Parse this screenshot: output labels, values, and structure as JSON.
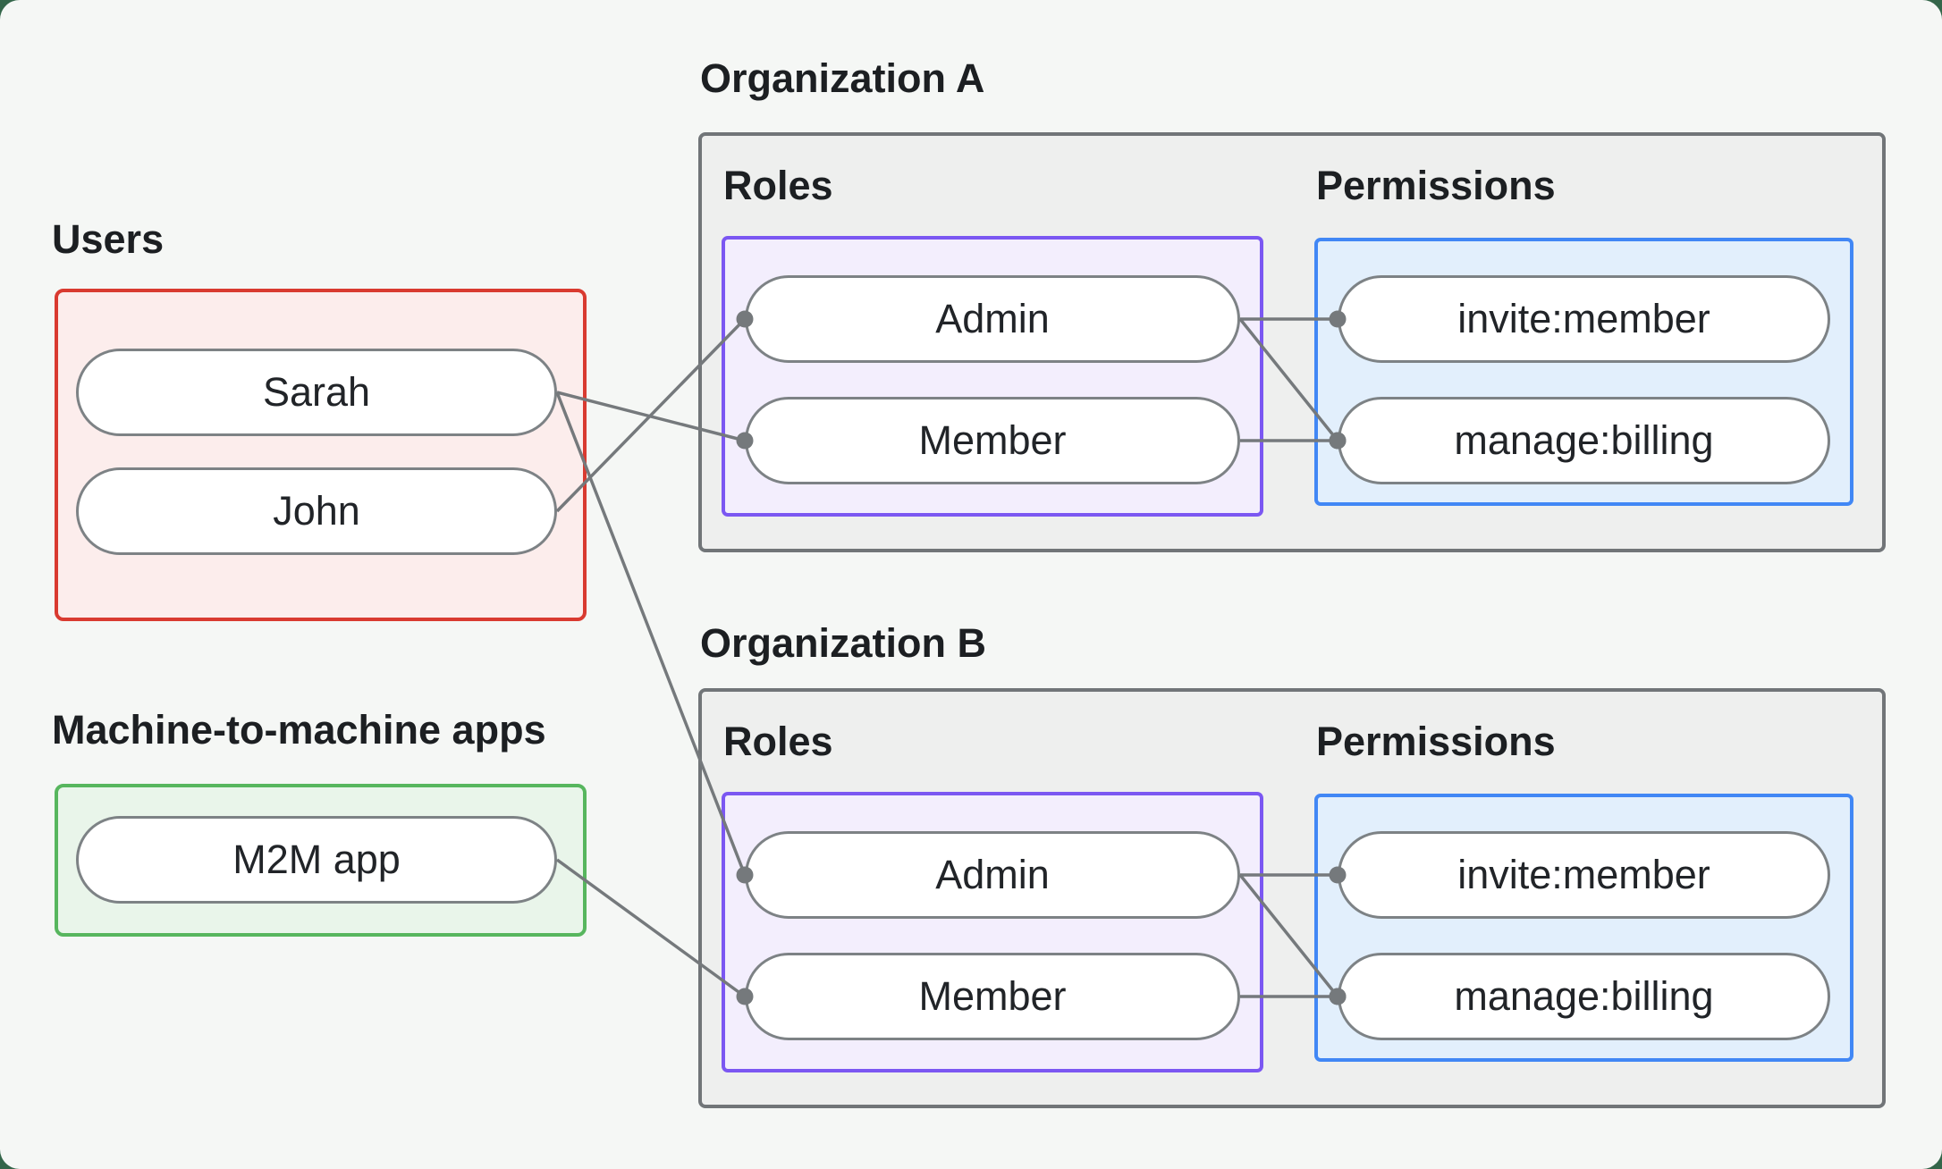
{
  "users": {
    "label": "Users",
    "items": [
      {
        "id": "sarah",
        "label": "Sarah"
      },
      {
        "id": "john",
        "label": "John"
      }
    ]
  },
  "m2m": {
    "label": "Machine-to-machine apps",
    "items": [
      {
        "id": "m2m",
        "label": "M2M app"
      }
    ]
  },
  "orgs": [
    {
      "label": "Organization A",
      "roles_label": "Roles",
      "permissions_label": "Permissions",
      "roles": [
        {
          "id": "orgA-admin",
          "label": "Admin"
        },
        {
          "id": "orgA-member",
          "label": "Member"
        }
      ],
      "permissions": [
        {
          "id": "orgA-invite",
          "label": "invite:member"
        },
        {
          "id": "orgA-manage",
          "label": "manage:billing"
        }
      ]
    },
    {
      "label": "Organization B",
      "roles_label": "Roles",
      "permissions_label": "Permissions",
      "roles": [
        {
          "id": "orgB-admin",
          "label": "Admin"
        },
        {
          "id": "orgB-member",
          "label": "Member"
        }
      ],
      "permissions": [
        {
          "id": "orgB-invite",
          "label": "invite:member"
        },
        {
          "id": "orgB-manage",
          "label": "manage:billing"
        }
      ]
    }
  ],
  "edges": [
    {
      "from": "sarah",
      "to": "orgA-member"
    },
    {
      "from": "john",
      "to": "orgA-admin"
    },
    {
      "from": "sarah",
      "to": "orgB-admin"
    },
    {
      "from": "m2m",
      "to": "orgB-member"
    },
    {
      "from": "orgA-admin",
      "to": "orgA-invite"
    },
    {
      "from": "orgA-admin",
      "to": "orgA-manage"
    },
    {
      "from": "orgA-member",
      "to": "orgA-manage"
    },
    {
      "from": "orgB-admin",
      "to": "orgB-invite"
    },
    {
      "from": "orgB-admin",
      "to": "orgB-manage"
    },
    {
      "from": "orgB-member",
      "to": "orgB-manage"
    }
  ],
  "colors": {
    "page_bg": "#34664a",
    "canvas_bg": "#f5f7f5",
    "org_bg": "#eeefee",
    "org_border": "#717578",
    "users_bg": "#fcedec",
    "users_border": "#d93a30",
    "m2m_bg": "#e9f5ea",
    "m2m_border": "#57b65e",
    "roles_bg": "#f3eefd",
    "roles_border": "#7b57f2",
    "permissions_bg": "#e2effc",
    "permissions_border": "#4187f5",
    "pill_border": "#7d8285",
    "edge": "#75797c",
    "text": "#1c1f22"
  }
}
